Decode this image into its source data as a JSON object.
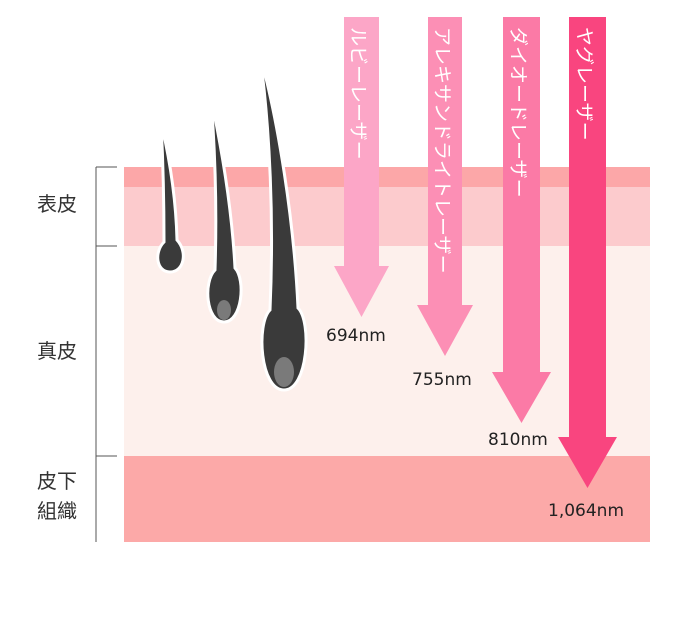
{
  "layers": {
    "epidermis": {
      "label": "表皮",
      "color": "#fccbcd",
      "top_color": "#fca7a8"
    },
    "dermis": {
      "label": "真皮",
      "color": "#fdf0ec"
    },
    "subcutis": {
      "label_lines": [
        "皮下",
        "組織"
      ],
      "color": "#fca9a8"
    }
  },
  "lasers": [
    {
      "name": "ルビーレーザー",
      "wavelength": "694nm",
      "color": "#fca6c7"
    },
    {
      "name": "アレキサンドライトレーザー",
      "wavelength": "755nm",
      "color": "#fc8fb5"
    },
    {
      "name": "ダイオードレーザー",
      "wavelength": "810nm",
      "color": "#fb7aa6"
    },
    {
      "name": "ヤグレーザー",
      "wavelength": "1,064nm",
      "color": "#f9457f"
    }
  ],
  "hair_color": "#3a3a3a",
  "papilla_color": "#7a7a7a"
}
